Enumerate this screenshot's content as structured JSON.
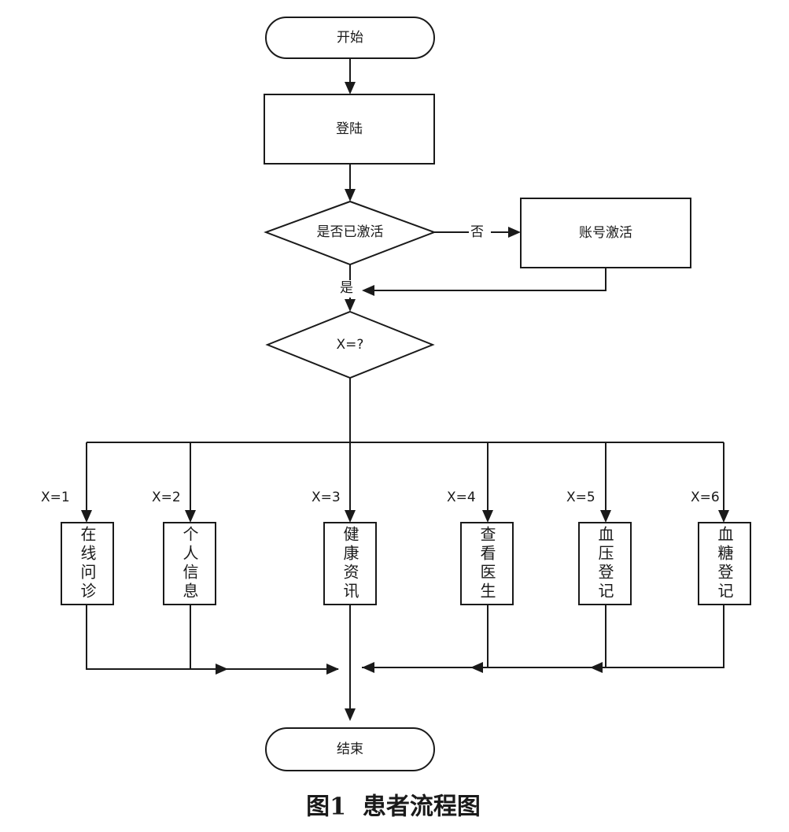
{
  "nodes": {
    "start": "开始",
    "login": "登陆",
    "activated_check": "是否已激活",
    "account_activation": "账号激活",
    "x_switch": "X=?",
    "end": "结束",
    "options": [
      {
        "edge": "X=1",
        "label": "在线问诊"
      },
      {
        "edge": "X=2",
        "label": "个人信息"
      },
      {
        "edge": "X=3",
        "label": "健康资讯"
      },
      {
        "edge": "X=4",
        "label": "查看医生"
      },
      {
        "edge": "X=5",
        "label": "血压登记"
      },
      {
        "edge": "X=6",
        "label": "血糖登记"
      }
    ]
  },
  "edges": {
    "no": "否",
    "yes": "是"
  },
  "caption": "图1  患者流程图"
}
